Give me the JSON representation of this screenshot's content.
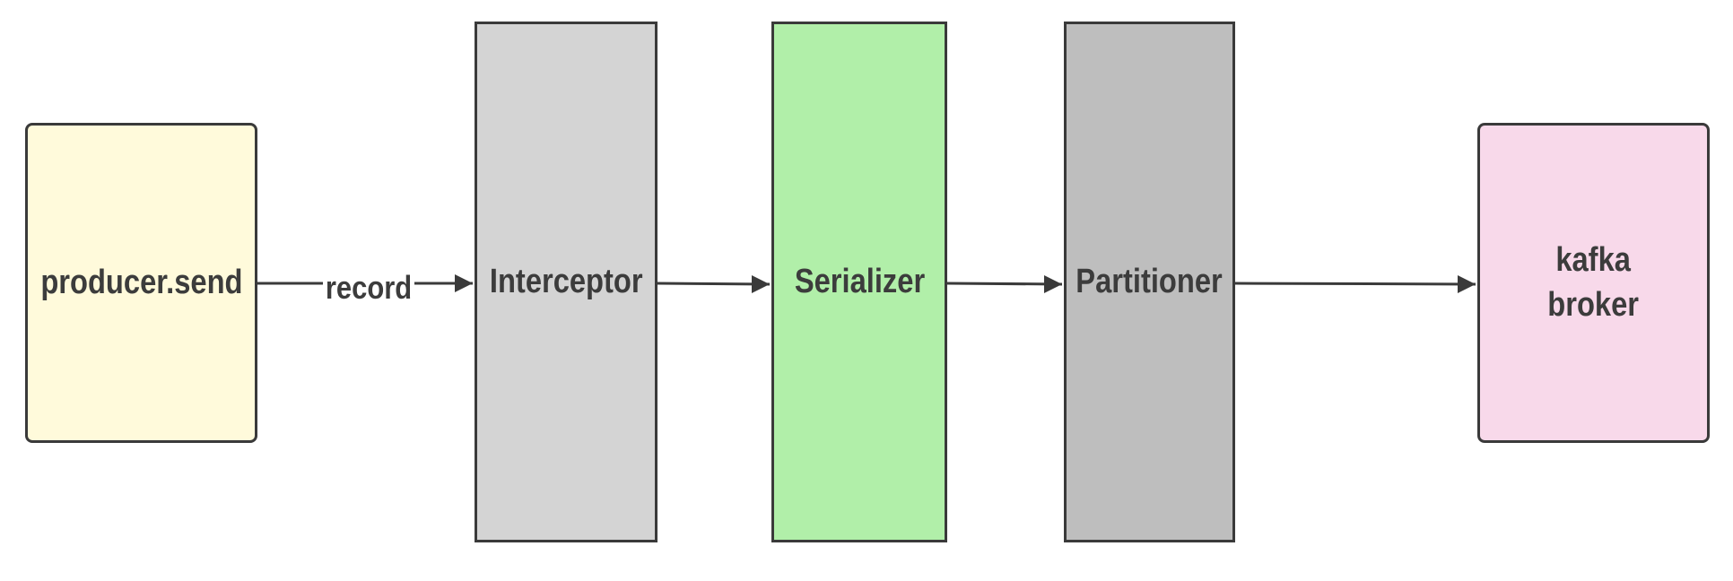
{
  "diagram": {
    "nodes": [
      {
        "id": "producer",
        "label": "producer.send",
        "color": "#fffadb"
      },
      {
        "id": "interceptor",
        "label": "Interceptor",
        "color": "#d4d4d4"
      },
      {
        "id": "serializer",
        "label": "Serializer",
        "color": "#b1efa9"
      },
      {
        "id": "partitioner",
        "label": "Partitioner",
        "color": "#bebebe"
      },
      {
        "id": "broker",
        "label": "kafka\nbroker",
        "color": "#f8d9ea"
      }
    ],
    "edges": [
      {
        "from": "producer",
        "to": "interceptor",
        "label": "record"
      },
      {
        "from": "interceptor",
        "to": "serializer",
        "label": ""
      },
      {
        "from": "serializer",
        "to": "partitioner",
        "label": ""
      },
      {
        "from": "partitioner",
        "to": "broker",
        "label": ""
      }
    ],
    "colors": {
      "stroke": "#3a3a3a",
      "text": "#3c3c3c",
      "background": "#ffffff"
    }
  }
}
